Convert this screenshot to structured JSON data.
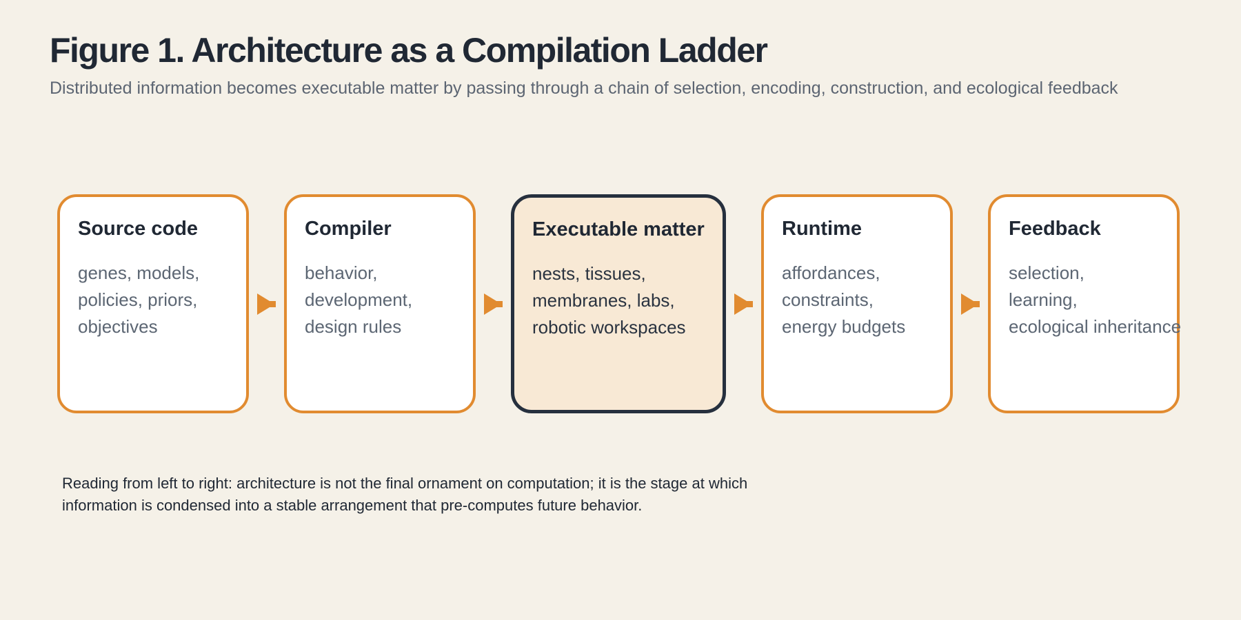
{
  "page": {
    "background_color": "#F5F1E8",
    "accent_orange": "#E18B30",
    "highlight_border_color": "#26303E",
    "highlight_fill_color": "#F8E9D5",
    "card_fill_color": "#FFFFFF",
    "heading_text_color": "#202834",
    "muted_text_color": "#5C6572"
  },
  "header": {
    "title": "Figure 1. Architecture as a Compilation Ladder",
    "subtitle": "Distributed information becomes executable matter by passing through a chain of selection, encoding, construction, and ecological feedback"
  },
  "ladder": {
    "arrow_icon": "right-arrow",
    "stages": [
      {
        "title": "Source code",
        "lines": [
          "genes, models,",
          "policies, priors,",
          "objectives"
        ],
        "highlighted": false
      },
      {
        "title": "Compiler",
        "lines": [
          "behavior,",
          "development,",
          "design rules"
        ],
        "highlighted": false
      },
      {
        "title": "Executable matter",
        "lines": [
          "nests, tissues,",
          "membranes, labs,",
          "robotic workspaces"
        ],
        "highlighted": true
      },
      {
        "title": "Runtime",
        "lines": [
          "affordances,",
          "constraints,",
          "energy budgets"
        ],
        "highlighted": false
      },
      {
        "title": "Feedback",
        "lines": [
          "selection,",
          "learning,",
          "ecological inheritance"
        ],
        "highlighted": false
      }
    ]
  },
  "caption": {
    "lines": [
      "Reading from left to right: architecture is not the final ornament on computation; it is the stage at which",
      "information is condensed into a stable arrangement that pre-computes future behavior."
    ]
  }
}
